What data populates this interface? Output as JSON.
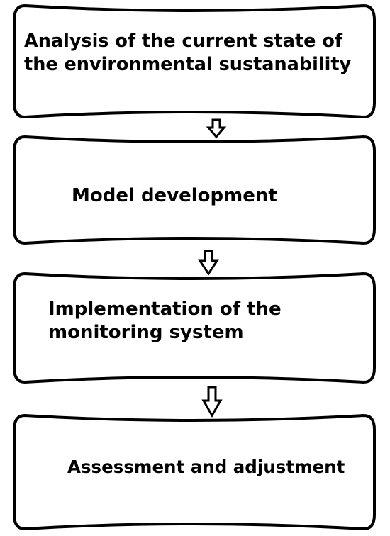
{
  "flowchart": {
    "steps": [
      {
        "line1": "Analysis of the current state of",
        "line2": "the environmental sustanability"
      },
      {
        "line1": "Model development"
      },
      {
        "line1": "Implementation of the",
        "line2": "monitoring system"
      },
      {
        "line1": "Assessment and adjustment"
      }
    ]
  },
  "colors": {
    "stroke": "#000000",
    "fill": "#ffffff",
    "text": "#000000"
  }
}
